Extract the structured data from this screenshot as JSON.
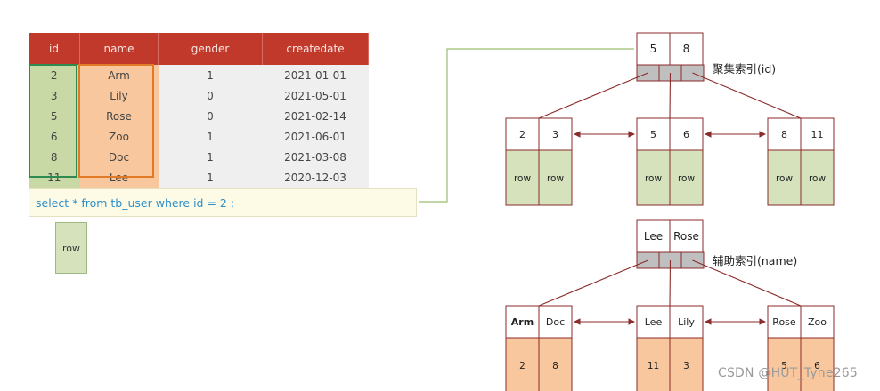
{
  "table": {
    "headers": [
      "id",
      "name",
      "gender",
      "createdate"
    ],
    "rows": [
      [
        "2",
        "Arm",
        "1",
        "2021-01-01"
      ],
      [
        "3",
        "Lily",
        "0",
        "2021-05-01"
      ],
      [
        "5",
        "Rose",
        "0",
        "2021-02-14"
      ],
      [
        "6",
        "Zoo",
        "1",
        "2021-06-01"
      ],
      [
        "8",
        "Doc",
        "1",
        "2021-03-08"
      ],
      [
        "11",
        "Lee",
        "1",
        "2020-12-03"
      ]
    ]
  },
  "query": {
    "text": "select * from tb_user where id = 2 ;"
  },
  "result_row": "row",
  "clustered_index": {
    "label": "聚集索引(id)",
    "root_keys": [
      "5",
      "8"
    ],
    "leaves": [
      {
        "keys": [
          "2",
          "3"
        ],
        "values": [
          "row",
          "row"
        ]
      },
      {
        "keys": [
          "5",
          "6"
        ],
        "values": [
          "row",
          "row"
        ]
      },
      {
        "keys": [
          "8",
          "11"
        ],
        "values": [
          "row",
          "row"
        ]
      }
    ]
  },
  "secondary_index": {
    "label": "辅助索引(name)",
    "root_keys": [
      "Lee",
      "Rose"
    ],
    "leaves": [
      {
        "keys": [
          "Arm",
          "Doc"
        ],
        "values": [
          "2",
          "8"
        ]
      },
      {
        "keys": [
          "Lee",
          "Lily"
        ],
        "values": [
          "11",
          "3"
        ]
      },
      {
        "keys": [
          "Rose",
          "Zoo"
        ],
        "values": [
          "5",
          "6"
        ]
      }
    ]
  },
  "watermark": "CSDN @HUT_Tyne265",
  "colors": {
    "header": "#c0392b",
    "id_col": "#c9d9a6",
    "name_col": "#f8c79d",
    "tree_line": "#8b2b2b",
    "pointer_cell": "#bfbfbf"
  }
}
